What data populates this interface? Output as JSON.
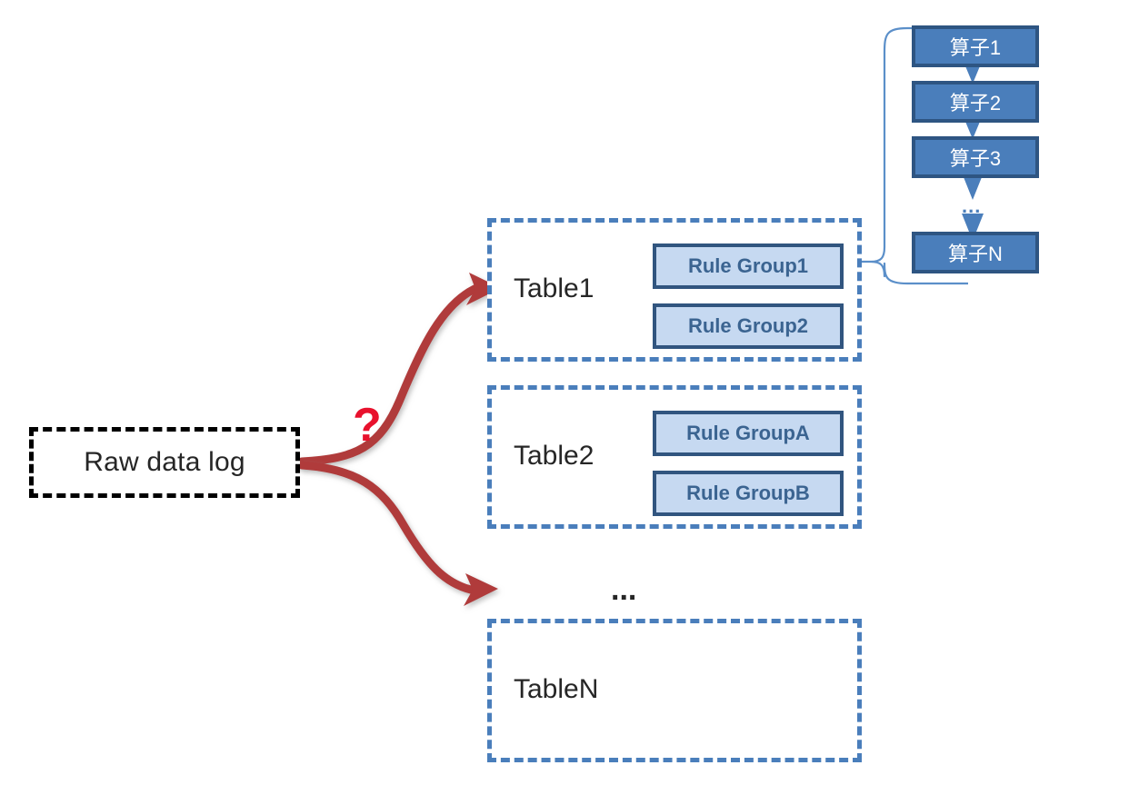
{
  "diagram": {
    "title": "Raw data log routing to tables with rule groups and operator chain",
    "colors": {
      "table_border": "#4a7ebb",
      "rule_chip_fill": "#c6d9f1",
      "rule_chip_border": "#31557f",
      "operator_fill": "#4a7ebb",
      "operator_border": "#2e5582",
      "arrow_red": "#b03a3a",
      "question_red": "#e8112d",
      "raw_border": "#000000",
      "brace": "#5b8fc9",
      "background": "#ffffff"
    }
  },
  "source": {
    "label": "Raw data log"
  },
  "annotation": {
    "question_mark": "?"
  },
  "tables": [
    {
      "name": "Table1",
      "rule_groups": [
        {
          "label": "Rule Group1"
        },
        {
          "label": "Rule Group2"
        }
      ]
    },
    {
      "name": "Table2",
      "rule_groups": [
        {
          "label": "Rule GroupA"
        },
        {
          "label": "Rule GroupB"
        }
      ]
    },
    {
      "name": "TableN",
      "rule_groups": []
    }
  ],
  "tables_ellipsis": "...",
  "operator_chain": {
    "steps": [
      {
        "label": "算子1"
      },
      {
        "label": "算子2"
      },
      {
        "label": "算子3"
      },
      {
        "label": "算子N"
      }
    ],
    "ellipsis": "..."
  }
}
